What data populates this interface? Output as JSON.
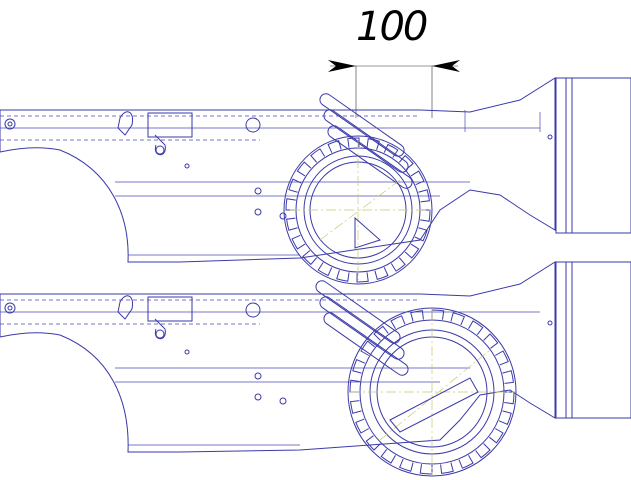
{
  "dimension": {
    "label": "100"
  },
  "colors": {
    "line": "#3a3aa8",
    "centerline": "#c8c870",
    "dimension": "#000000",
    "background": "#ffffff"
  },
  "views": [
    {
      "name": "upper-assembly-view"
    },
    {
      "name": "lower-assembly-view"
    }
  ]
}
